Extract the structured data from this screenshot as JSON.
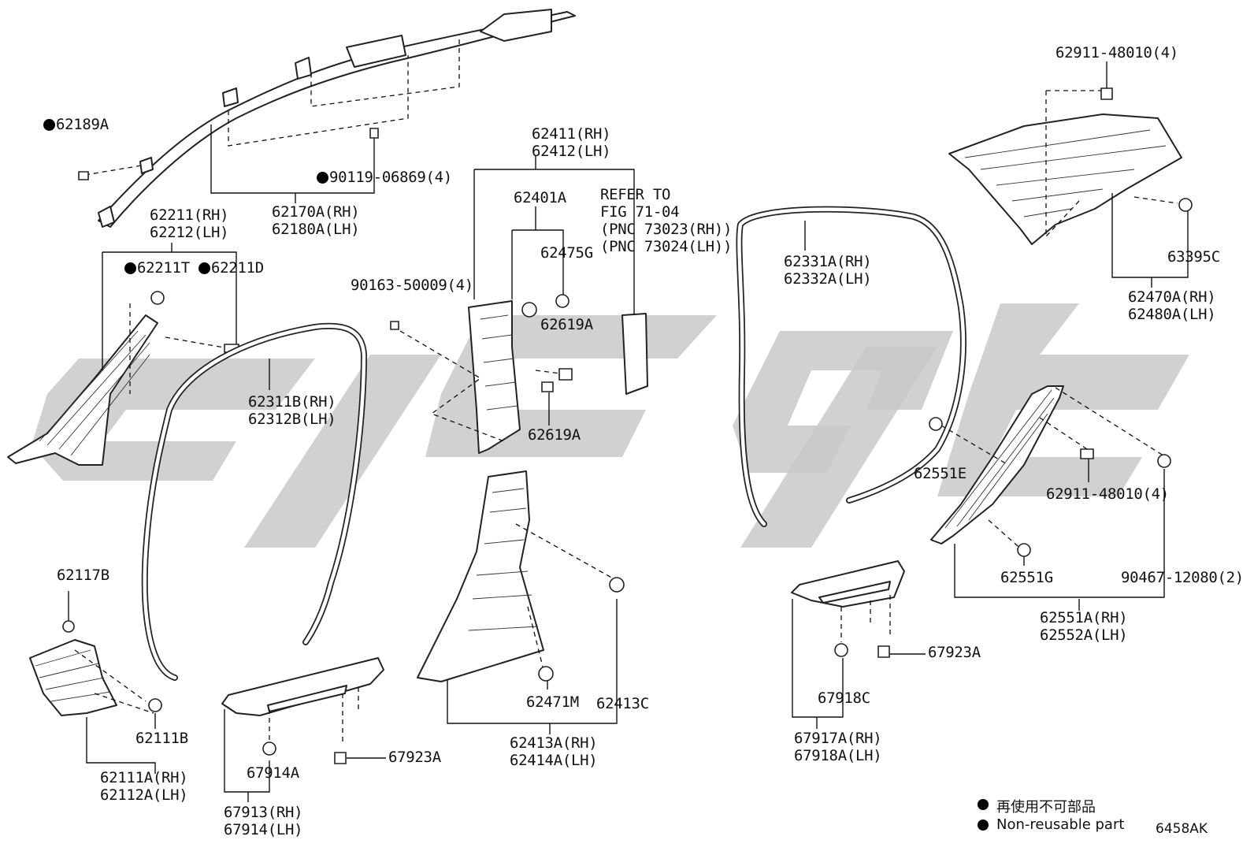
{
  "diagram_code": "6458AK",
  "legend": {
    "text_jp": "再使用不可部品",
    "text_en": "Non-reusable part"
  },
  "labels": {
    "p62189A": "62189A",
    "p90119": "90119-06869(4)",
    "p62170A": "62170A(RH)",
    "p62180A": "62180A(LH)",
    "p62211": "62211(RH)",
    "p62212": "62212(LH)",
    "p62211T": "62211T",
    "p62211D": "62211D",
    "p62311B": "62311B(RH)",
    "p62312B": "62312B(LH)",
    "p90163": "90163-50009(4)",
    "p62411": "62411(RH)",
    "p62412": "62412(LH)",
    "p62401A": "62401A",
    "p62475G": "62475G",
    "p62619A_1": "62619A",
    "p62619A_2": "62619A",
    "refer1": "REFER TO",
    "refer2": "FIG 71-04",
    "refer3": "(PNC 73023(RH))",
    "refer4": "(PNC 73024(LH))",
    "p62331A": "62331A(RH)",
    "p62332A": "62332A(LH)",
    "p62911_top": "62911-48010(4)",
    "p63395C": "63395C",
    "p62470A": "62470A(RH)",
    "p62480A": "62480A(LH)",
    "p62551E": "62551E",
    "p62911_mid": "62911-48010(4)",
    "p62551G": "62551G",
    "p90467": "90467-12080(2)",
    "p62551A": "62551A(RH)",
    "p62552A": "62552A(LH)",
    "p62117B": "62117B",
    "p62111B": "62111B",
    "p62111A": "62111A(RH)",
    "p62112A": "62112A(LH)",
    "p62471M": "62471M",
    "p62413C": "62413C",
    "p62413A": "62413A(RH)",
    "p62414A": "62414A(LH)",
    "p67914A": "67914A",
    "p67923A_1": "67923A",
    "p67913": "67913(RH)",
    "p67914": "67914(LH)",
    "p67923A_2": "67923A",
    "p67918C": "67918C",
    "p67917A": "67917A(RH)",
    "p67918A": "67918A(LH)"
  },
  "colors": {
    "line": "#111111",
    "watermark": "#c9c9c9"
  }
}
